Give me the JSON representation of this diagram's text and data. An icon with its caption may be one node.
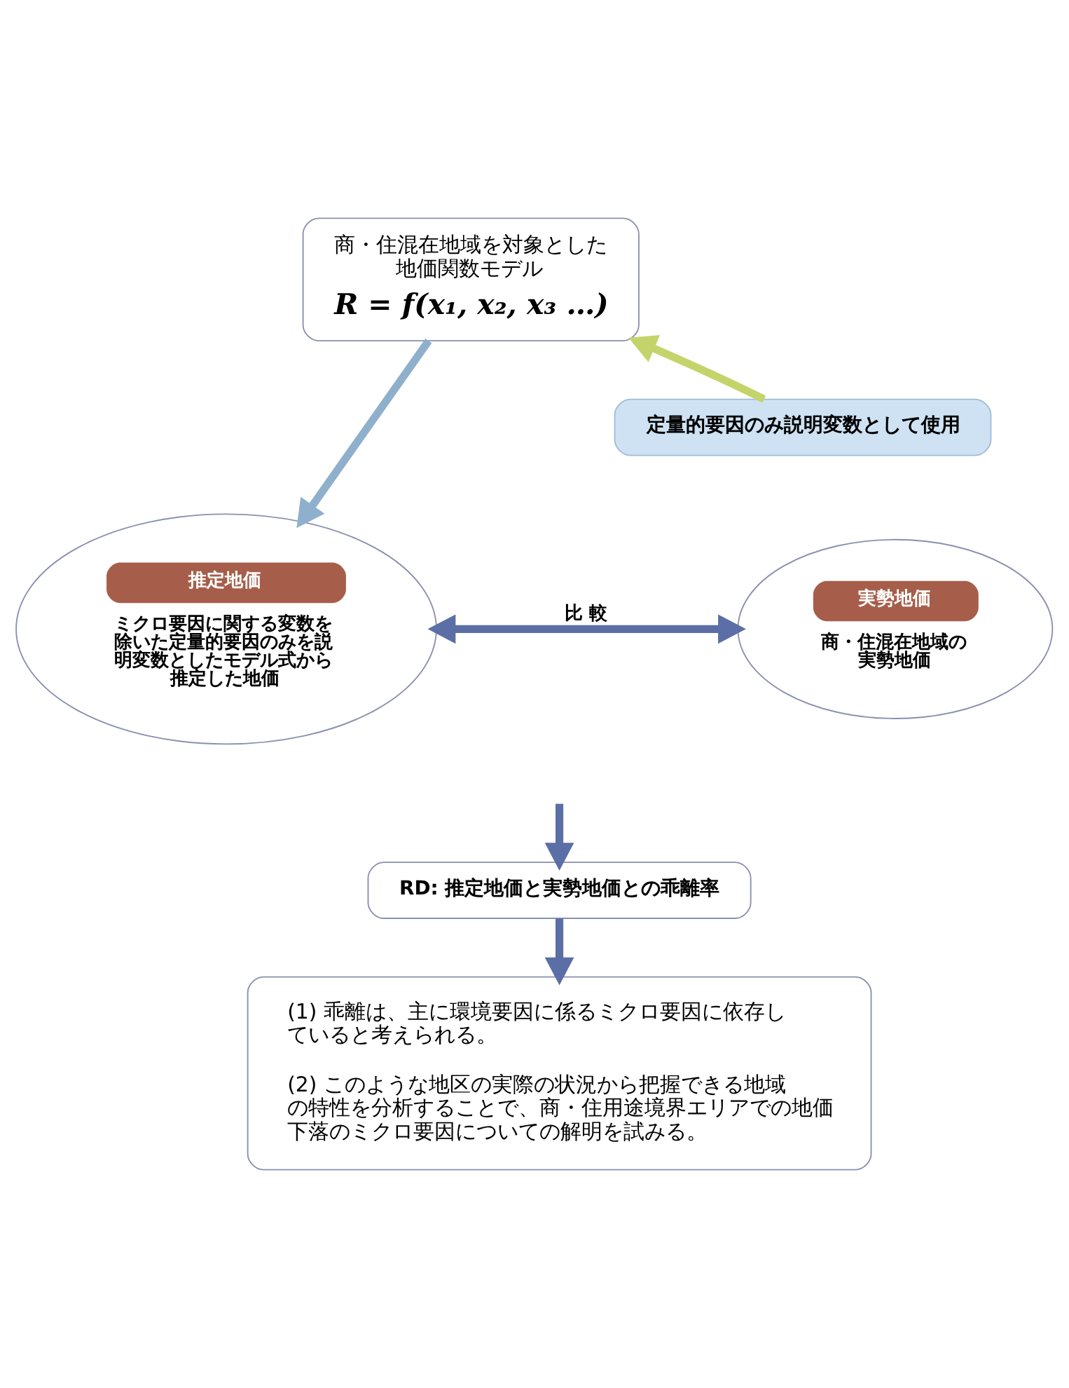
{
  "diagram": {
    "nodes": [
      {
        "text": [
          "商・住混在地域を対象とした地価関数モデル",
          "R = f(x₁, x₂, x₃ …)"
        ]
      },
      {
        "text": [
          "定量的要因のみ説明変数として使用"
        ]
      },
      {
        "text": [
          "推定地価",
          "ミクロ要因に関する変数を除いた定量的要因のみを説明変数としたモデル式から推定した地価"
        ]
      },
      {
        "text": [
          "実勢地価",
          "商・住混在地域の実勢地価"
        ]
      },
      {
        "text": [
          "RD: 推定地価と実勢地価との乖離率"
        ]
      },
      {
        "text": [
          "(1) 乖離は、主に環境要因に係るミクロ要因に依存していると考えられる。",
          "(2) このような地区の実際の状況から把握できる地域の特性を分析することで、商・住用途境界エリアでの地価下落のミクロ要因についての解明を試みる。"
        ]
      }
    ],
    "edges": [
      {
        "from": 0,
        "to": 2,
        "arrow": "to",
        "color": "#8fb0cc"
      },
      {
        "from": 1,
        "to": 0,
        "arrow": "to",
        "color": "#c5d46a"
      },
      {
        "from": 2,
        "to": 3,
        "arrow": "both",
        "label": "比 較"
      },
      {
        "from": null,
        "to": 4,
        "arrow": "to"
      },
      {
        "from": 4,
        "to": 5,
        "arrow": "to"
      }
    ]
  }
}
